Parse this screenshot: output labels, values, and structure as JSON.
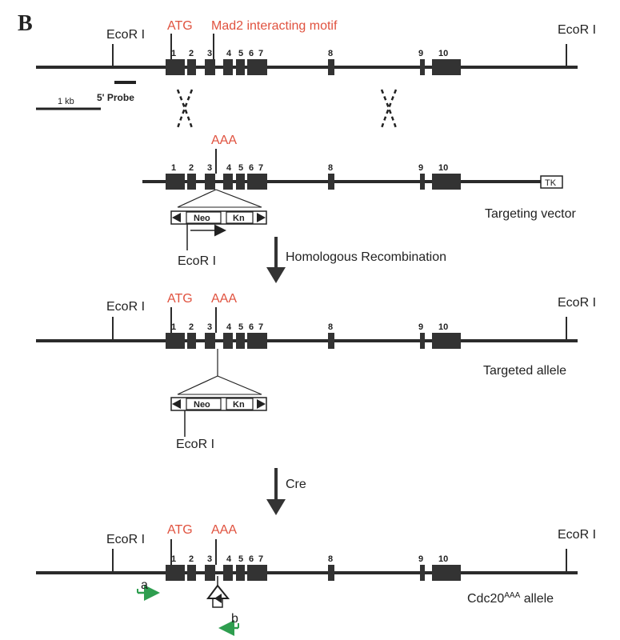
{
  "panel_label": "B",
  "colors": {
    "accent_red": "#e0523f",
    "primer_green": "#2e9e4f",
    "exon_dark": "#333333"
  },
  "labels": {
    "ecor": "EcoR I",
    "atg": "ATG",
    "aaa": "AAA",
    "mad2_motif": "Mad2 interacting motif",
    "probe": "5' Probe",
    "scale": "1 kb",
    "tk": "TK",
    "neo": "Neo",
    "kn": "Kn",
    "targeting_vector": "Targeting vector",
    "homologous_recombination": "Homologous Recombination",
    "targeted_allele": "Targeted allele",
    "cre": "Cre",
    "allele_main": "Cdc20",
    "allele_sup": "AAA",
    "allele_suffix": " allele",
    "primer_a": "a",
    "primer_b": "b"
  },
  "exons": [
    "1",
    "2",
    "3",
    "4",
    "5",
    "6",
    "7",
    "8",
    "9",
    "10"
  ]
}
